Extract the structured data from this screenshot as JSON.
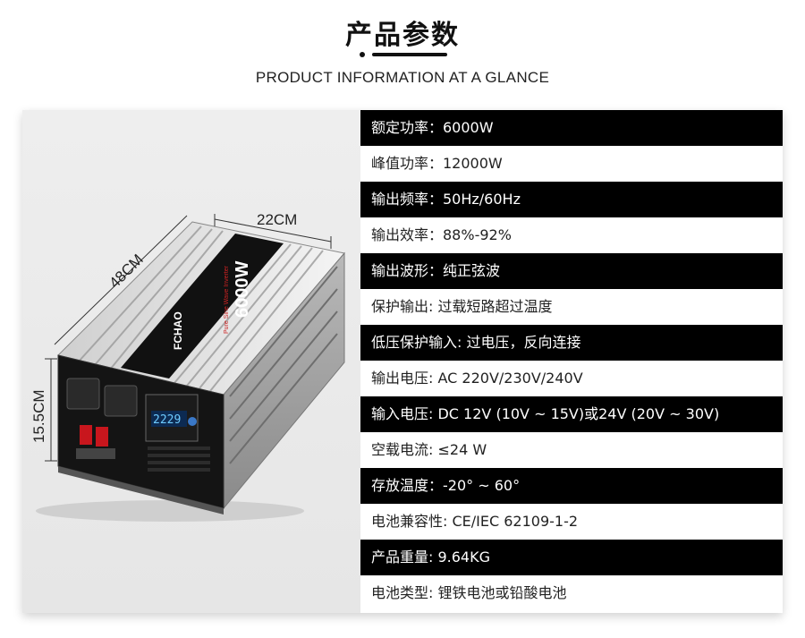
{
  "header": {
    "title": "产品参数",
    "subtitle": "PRODUCT INFORMATION AT A GLANCE"
  },
  "product": {
    "dimensions": {
      "width": "22CM",
      "length": "48CM",
      "height": "15.5CM"
    },
    "panel_text": {
      "model": "6000W",
      "subtitle": "Pure Sine Wave Inverter",
      "brand": "FCHAO",
      "display_reading": "2229"
    }
  },
  "specs": [
    {
      "text": "额定功率：6000W",
      "style": "dark"
    },
    {
      "text": "峰值功率：12000W",
      "style": "light"
    },
    {
      "text": "输出频率：50Hz/60Hz",
      "style": "dark"
    },
    {
      "text": "输出效率：88%-92%",
      "style": "light"
    },
    {
      "text": "输出波形：纯正弦波",
      "style": "dark"
    },
    {
      "text": "保护输出: 过载短路超过温度",
      "style": "light"
    },
    {
      "text": "低压保护输入: 过电压，反向连接",
      "style": "dark"
    },
    {
      "text": "输出电压: AC 220V/230V/240V",
      "style": "light"
    },
    {
      "text": "输入电压: DC 12V (10V ~ 15V)或24V (20V ~ 30V)",
      "style": "dark"
    },
    {
      "text": "空载电流: ≤24 W",
      "style": "light"
    },
    {
      "text": "存放温度：-20° ~ 60°",
      "style": "dark"
    },
    {
      "text": "电池兼容性: CE/IEC 62109-1-2",
      "style": "light"
    },
    {
      "text": "产品重量: 9.64KG",
      "style": "dark"
    },
    {
      "text": "电池类型: 锂铁电池或铅酸电池",
      "style": "light"
    }
  ]
}
